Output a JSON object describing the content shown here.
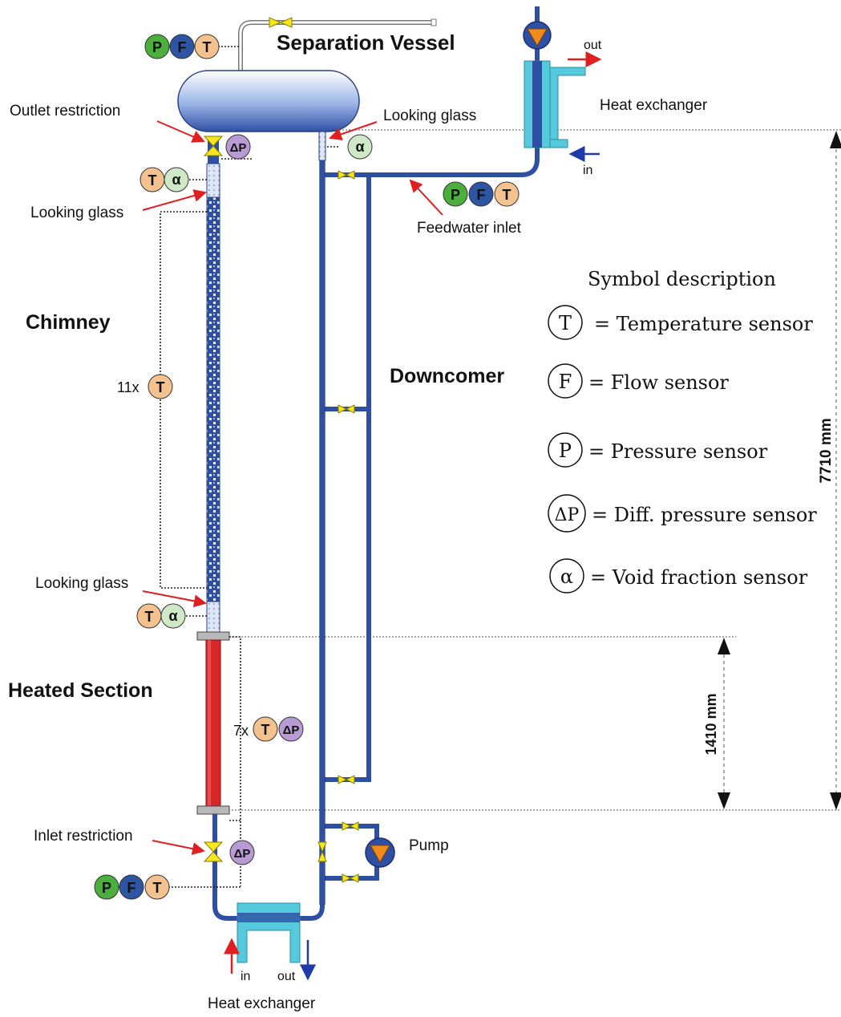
{
  "title": "Separation Vessel",
  "section_labels": {
    "chimney": "Chimney",
    "heated_section": "Heated Section",
    "downcomer": "Downcomer"
  },
  "callouts": {
    "outlet_restriction": "Outlet restriction",
    "looking_glass_top_right": "Looking glass",
    "looking_glass_upper": "Looking glass",
    "looking_glass_lower": "Looking glass",
    "inlet_restriction": "Inlet restriction",
    "feedwater_inlet": "Feedwater inlet",
    "pump": "Pump",
    "heat_exchanger_top": "Heat exchanger",
    "heat_exchanger_bottom": "Heat exchanger"
  },
  "flow_labels": {
    "top_out": "out",
    "top_in": "in",
    "bottom_in": "in",
    "bottom_out": "out"
  },
  "multipliers": {
    "chimney_temperature": "11x",
    "heated_section": "7x"
  },
  "dimensions": {
    "total_height": "7710 mm",
    "heated_height": "1410 mm"
  },
  "legend": {
    "title": "Symbol description",
    "items": [
      {
        "symbol": "T",
        "text": "= Temperature sensor"
      },
      {
        "symbol": "F",
        "text": "= Flow sensor"
      },
      {
        "symbol": "P",
        "text": "= Pressure sensor"
      },
      {
        "symbol": "ΔP",
        "text": "= Diff. pressure sensor"
      },
      {
        "symbol": "α",
        "text": "= Void fraction sensor"
      }
    ]
  },
  "sensor_symbols": {
    "P": "P",
    "F": "F",
    "T": "T",
    "dP": "ΔP",
    "alpha": "α"
  },
  "colors": {
    "pipe": "#2f4fa3",
    "pipe_dark": "#1c2f6e",
    "heater": "#d92727",
    "hx_cyan": "#56c9dc",
    "valve": "#f5e71b",
    "badge_p": "#4cae3d",
    "badge_f": "#2d55a4",
    "badge_t": "#f4c28f",
    "badge_dp": "#b89ad4",
    "badge_alpha": "#cfe9c6",
    "arrow_red": "#e02020",
    "arrow_blue": "#203aa8",
    "pump_orange": "#f08a1c"
  }
}
